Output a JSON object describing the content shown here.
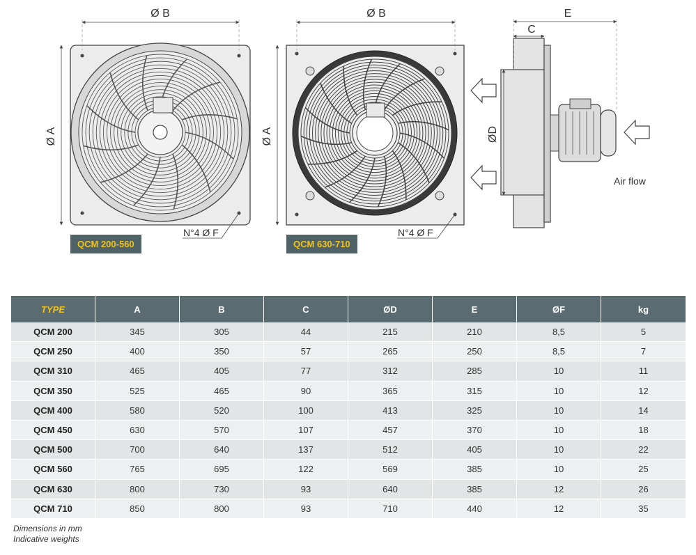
{
  "drawings": {
    "dims": {
      "A": "Ø A",
      "B": "Ø B",
      "C": "C",
      "D": "ØD",
      "E": "E"
    },
    "holes_label": "N°4 Ø F",
    "airflow_label": "Air flow",
    "badges": [
      "QCM 200-560",
      "QCM 630-710"
    ]
  },
  "table": {
    "headers": [
      "TYPE",
      "A",
      "B",
      "C",
      "ØD",
      "E",
      "ØF",
      "kg"
    ],
    "rows": [
      [
        "QCM 200",
        "345",
        "305",
        "44",
        "215",
        "210",
        "8,5",
        "5"
      ],
      [
        "QCM 250",
        "400",
        "350",
        "57",
        "265",
        "250",
        "8,5",
        "7"
      ],
      [
        "QCM 310",
        "465",
        "405",
        "77",
        "312",
        "285",
        "10",
        "11"
      ],
      [
        "QCM 350",
        "525",
        "465",
        "90",
        "365",
        "315",
        "10",
        "12"
      ],
      [
        "QCM 400",
        "580",
        "520",
        "100",
        "413",
        "325",
        "10",
        "14"
      ],
      [
        "QCM 450",
        "630",
        "570",
        "107",
        "457",
        "370",
        "10",
        "18"
      ],
      [
        "QCM 500",
        "700",
        "640",
        "137",
        "512",
        "405",
        "10",
        "22"
      ],
      [
        "QCM 560",
        "765",
        "695",
        "122",
        "569",
        "385",
        "10",
        "25"
      ],
      [
        "QCM 630",
        "800",
        "730",
        "93",
        "640",
        "385",
        "12",
        "26"
      ],
      [
        "QCM 710",
        "850",
        "800",
        "93",
        "710",
        "440",
        "12",
        "35"
      ]
    ]
  },
  "notes": [
    "Dimensions in mm",
    "Indicative weights"
  ]
}
